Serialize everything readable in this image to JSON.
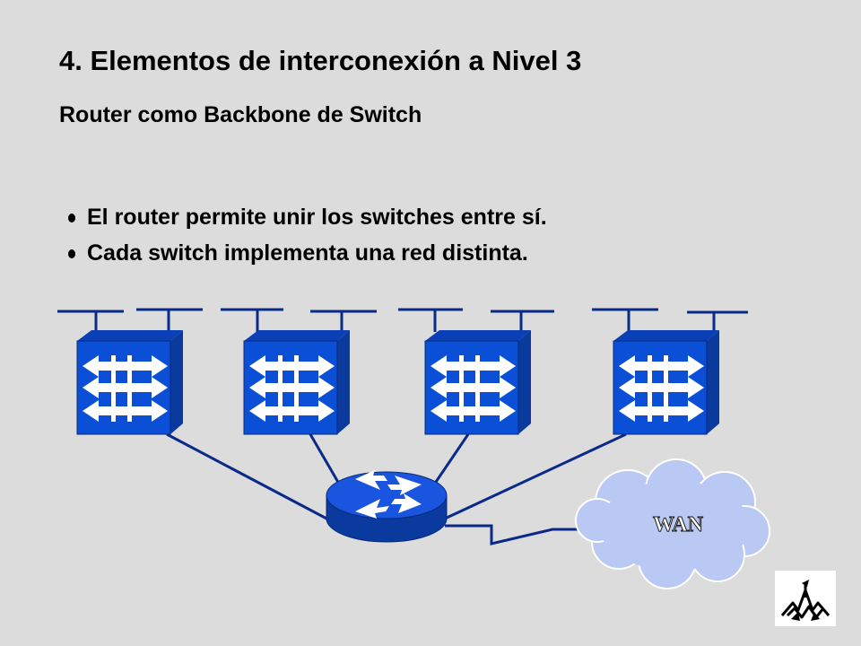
{
  "slide": {
    "title": "4. Elementos de interconexión a Nivel 3",
    "subtitle": "Router como Backbone de Switch",
    "bullets": [
      "El router permite unir los switches entre sí.",
      "Cada switch implementa una red distinta."
    ]
  },
  "diagram": {
    "nodes": [
      {
        "id": "switch-1",
        "type": "switch"
      },
      {
        "id": "switch-2",
        "type": "switch"
      },
      {
        "id": "switch-3",
        "type": "switch"
      },
      {
        "id": "switch-4",
        "type": "switch"
      },
      {
        "id": "router",
        "type": "router"
      },
      {
        "id": "wan",
        "type": "cloud",
        "label": "WAN"
      }
    ],
    "edges": [
      {
        "from": "switch-1",
        "to": "router"
      },
      {
        "from": "switch-2",
        "to": "router"
      },
      {
        "from": "switch-3",
        "to": "router"
      },
      {
        "from": "switch-4",
        "to": "router"
      },
      {
        "from": "router",
        "to": "wan",
        "style": "serial-zigzag"
      }
    ],
    "colors": {
      "switch_front": "#0a4fd6",
      "switch_side": "#0a3a9e",
      "router": "#1a55e0",
      "cloud": "#b9c9f4",
      "background": "#dcdcdc"
    }
  },
  "logo": {
    "icon": "university-crane-logo-icon"
  }
}
